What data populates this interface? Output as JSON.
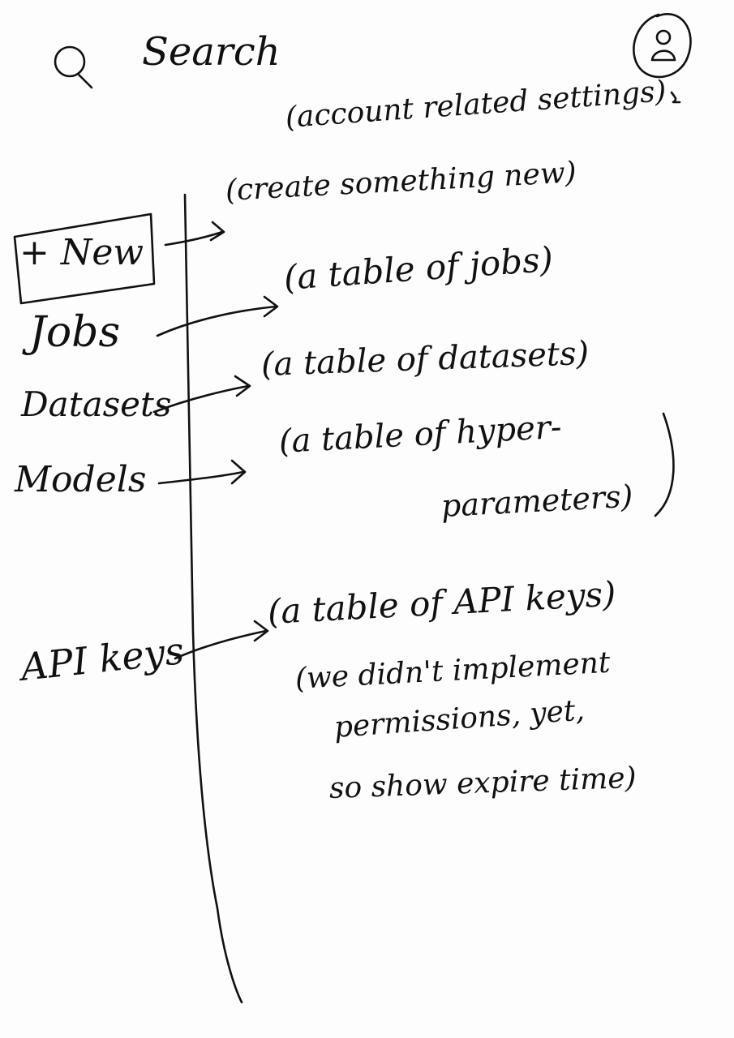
{
  "search": {
    "label": "Search"
  },
  "account": {
    "note": "(account related settings)"
  },
  "new_button": {
    "label": "+ New",
    "note": "(create something new)"
  },
  "nav": {
    "jobs": {
      "label": "Jobs",
      "note": "(a table of jobs)"
    },
    "datasets": {
      "label": "Datasets",
      "note": "(a table of datasets)"
    },
    "models": {
      "label": "Models",
      "note": [
        "(a table of hyper-",
        "parameters)"
      ]
    },
    "api_keys": {
      "label": "API keys",
      "note": [
        "(a table of API keys)",
        "(we didn't implement",
        "permissions, yet,",
        "so show expire time)"
      ]
    }
  },
  "ink_color": "#111111"
}
